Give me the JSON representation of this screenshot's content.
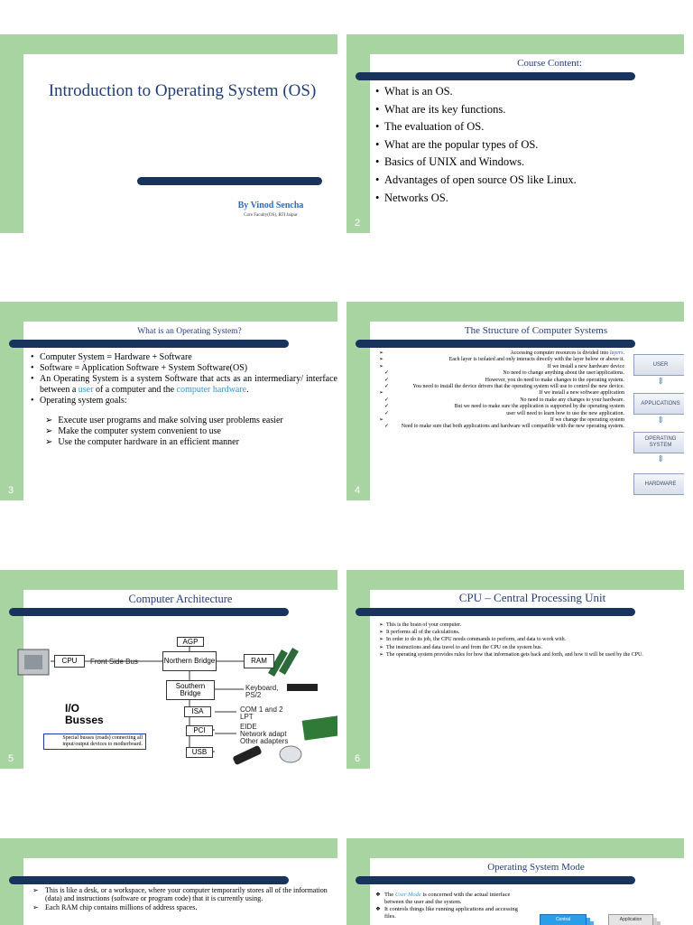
{
  "slides": {
    "s1": {
      "title": "Introduction to Operating System (OS)",
      "author": "By Vinod Sencha",
      "role": "Core Faculty(OS), RTI Jaipur"
    },
    "s2": {
      "num": "2",
      "title": "Course Content:",
      "items": [
        "What is an OS.",
        "What are its key functions.",
        "The evaluation of OS.",
        "What are the popular types of OS.",
        "Basics of UNIX and Windows.",
        "Advantages of open source OS like Linux.",
        "Networks OS."
      ]
    },
    "s3": {
      "num": "3",
      "title": "What is an Operating System?",
      "b1": "Computer System = Hardware + Software",
      "b2": "Software = Application Software + System Software(OS)",
      "b3_pre": "An Operating System is a system Software that acts as an intermediary/ interface between a ",
      "b3_user": "user",
      "b3_mid": " of a computer and the ",
      "b3_hw": "computer hardware",
      "b3_post": ".",
      "b4": "Operating system goals:",
      "goals": [
        "Execute user programs and make solving user problems easier",
        "Make the computer system convenient to use",
        "Use the computer hardware in an efficient manner"
      ]
    },
    "s4": {
      "num": "4",
      "title": "The Structure of Computer Systems",
      "lines": [
        {
          "m": "➢",
          "t": "Accessing computer resources is divided into ",
          "em": "layers",
          "after": "."
        },
        {
          "m": "➢",
          "t": "Each layer is isolated and only interacts directly with the layer below or above it."
        },
        {
          "m": "➢",
          "t": "If we install a new hardware device"
        },
        {
          "m": "✓",
          "t": "No need to change anything about the user/applications."
        },
        {
          "m": "✓",
          "t": "However, you do need to make changes to the operating system."
        },
        {
          "m": "✓",
          "t": "You need to install the device drivers that the operating system will use to control the new device."
        },
        {
          "m": "➢",
          "t": "If we install a new software application"
        },
        {
          "m": "✓",
          "t": "No need to make any changes to your hardware."
        },
        {
          "m": "✓",
          "t": "But we need to make sure the application is supported by the operating system"
        },
        {
          "m": "✓",
          "t": "user will need to learn how to use the new application."
        },
        {
          "m": "➢",
          "t": "If we change the operating system"
        },
        {
          "m": "✓",
          "t": "Need to make sure that both applications and hardware will compatible with the new operating system."
        }
      ],
      "boxes": [
        "USER",
        "APPLICATIONS",
        "OPERATING SYSTEM",
        "HARDWARE"
      ]
    },
    "s5": {
      "num": "5",
      "title": "Computer Architecture",
      "agp": "AGP",
      "cpu": "CPU",
      "fsb": "Front Side Bus",
      "north": "Northern Bridge",
      "ram": "RAM",
      "south": "Southern Bridge",
      "kb": "Keyboard, PS/2",
      "io1": "I/O",
      "io2": "Busses",
      "isa": "ISA",
      "isa_lbl1": "COM 1 and 2",
      "isa_lbl2": "LPT",
      "pci": "PCI",
      "pci_lbl1": "EIDE",
      "pci_lbl2": "Network adapt",
      "pci_lbl3": "Other adapters",
      "usb": "USB",
      "note": "Special busses (roads) connecting all input/output devices to motherboard."
    },
    "s6": {
      "num": "6",
      "title": "CPU – Central Processing Unit",
      "items": [
        "This is the brain of your computer.",
        "It performs all of the calculations.",
        "In order to do its job, the CPU needs commands to perform, and data to work with.",
        "The instructions and data travel to and from the CPU on the system bus.",
        "The operating system provides rules for how that information gets back and forth, and how it will be used by the CPU."
      ]
    },
    "s7": {
      "items": [
        "This is like a desk, or a workspace, where your computer temporarily stores all of the information (data) and instructions (software or program code) that it is currently using.",
        "Each RAM chip contains millions of address spaces."
      ]
    },
    "s8": {
      "title": "Operating System Mode",
      "b1_pre": "The ",
      "b1_em": "User Mode",
      "b1_post": " is concerned with the actual interface between the user and the system.",
      "b2": "It controls things like running applications and accessing files.",
      "c1": "Central",
      "c2": "Application"
    }
  }
}
